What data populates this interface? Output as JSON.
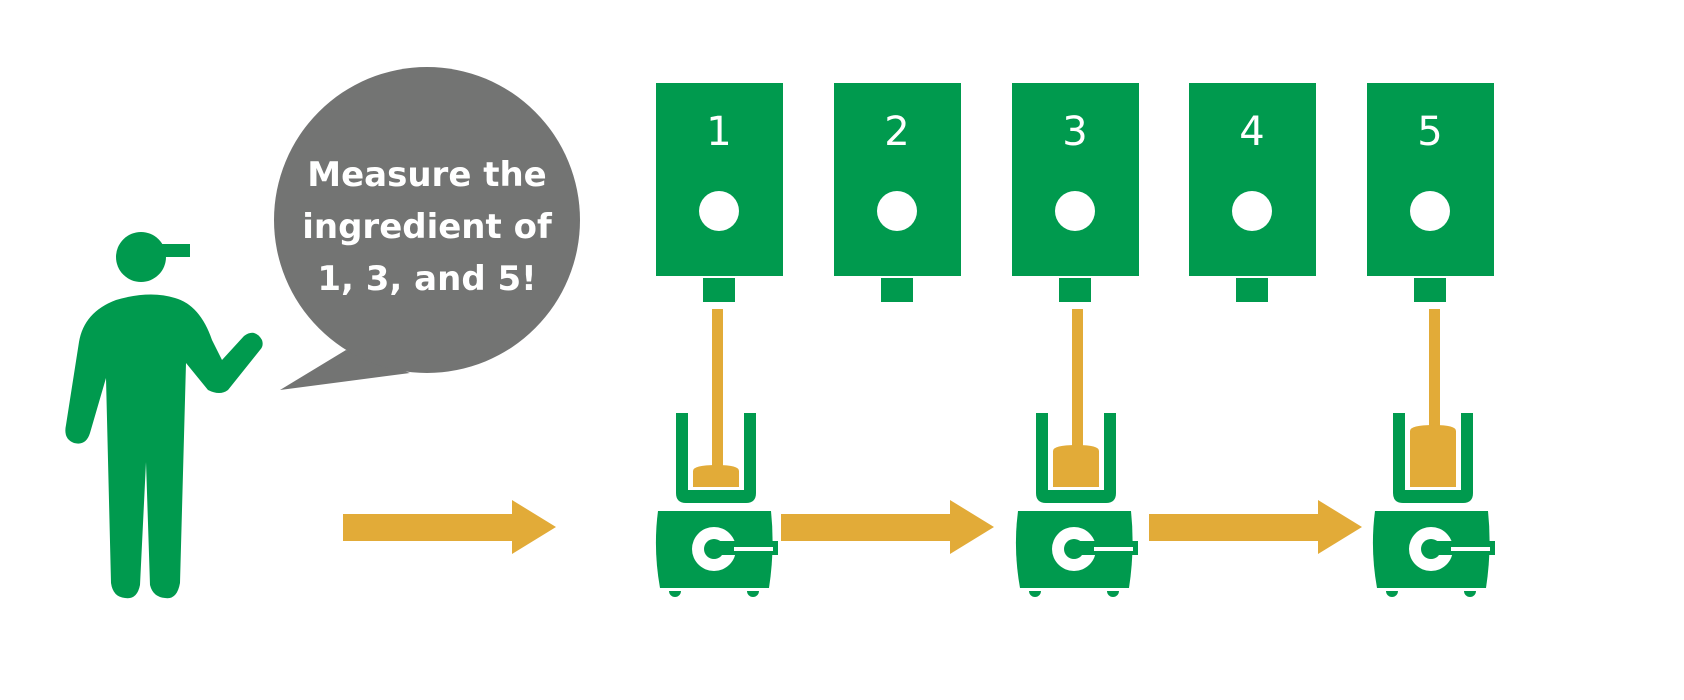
{
  "speech": {
    "lines": [
      "Measure the",
      "ingredient of",
      "1, 3, and 5!"
    ]
  },
  "tanks": [
    {
      "label": "1",
      "dispensing": true
    },
    {
      "label": "2",
      "dispensing": false
    },
    {
      "label": "3",
      "dispensing": true
    },
    {
      "label": "4",
      "dispensing": false
    },
    {
      "label": "5",
      "dispensing": true
    }
  ],
  "carts": [
    {
      "station": "1",
      "fill_level": 1
    },
    {
      "station": "3",
      "fill_level": 2
    },
    {
      "station": "5",
      "fill_level": 3
    }
  ],
  "colors": {
    "green": "#009a4e",
    "orange": "#e2ab38",
    "gray": "#737473"
  }
}
